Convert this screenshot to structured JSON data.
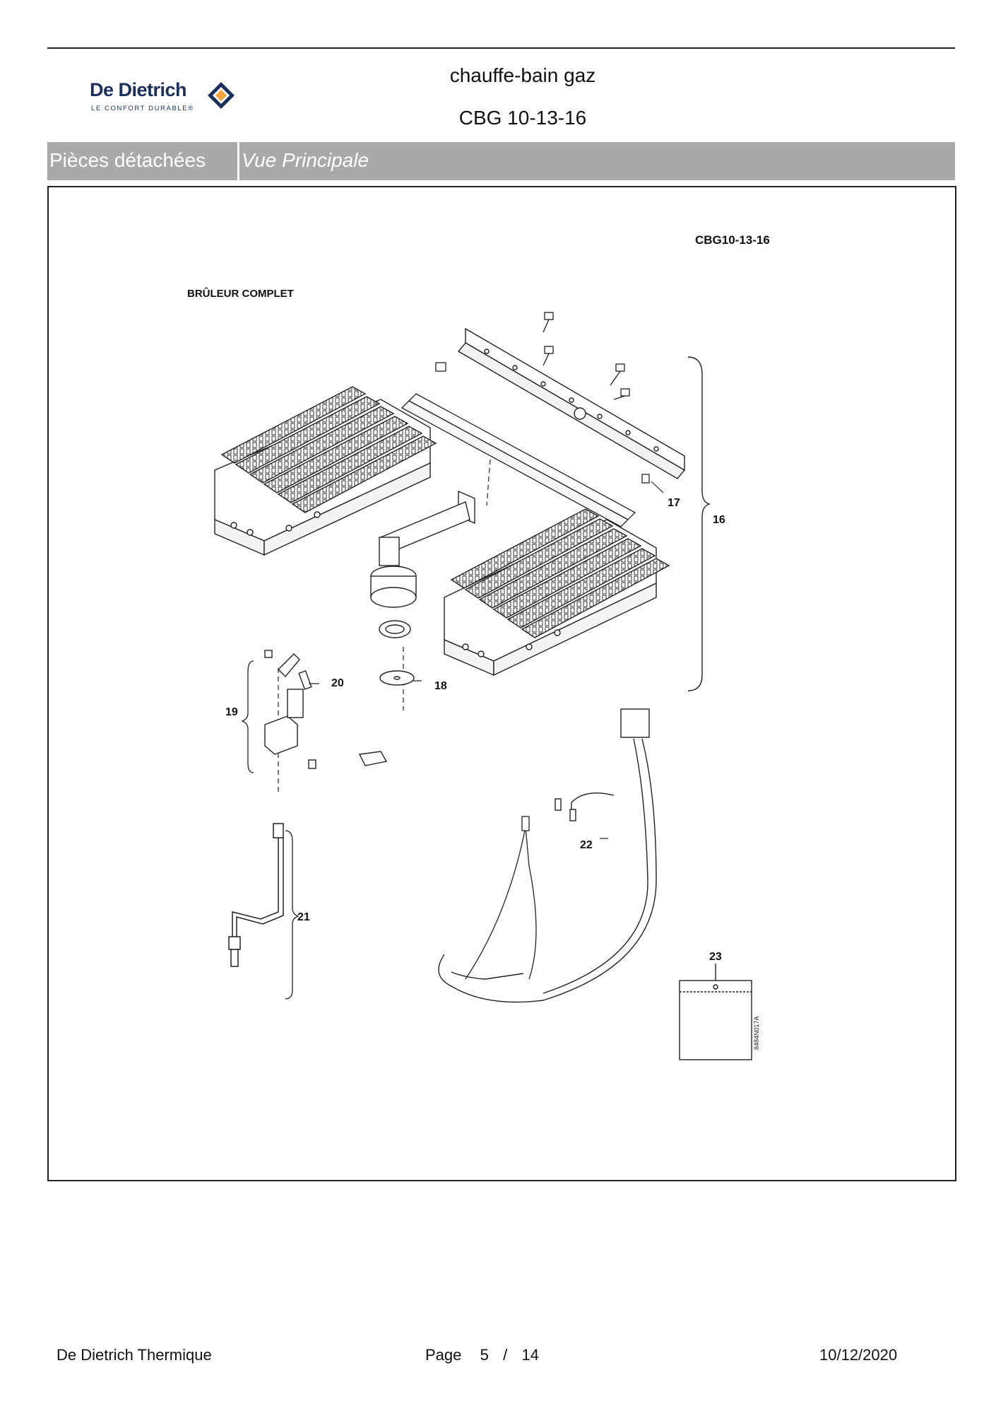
{
  "header": {
    "logo_brand": "De Dietrich",
    "logo_tagline": "LE CONFORT DURABLE®",
    "title_line1": "chauffe-bain gaz",
    "title_line2": "CBG 10-13-16"
  },
  "section": {
    "category": "Pièces détachées",
    "view": "Vue Principale"
  },
  "diagram": {
    "model_code": "CBG10-13-16",
    "assembly_title": "BRÛLEUR COMPLET",
    "part_numbers": [
      "16",
      "17",
      "18",
      "19",
      "20",
      "21",
      "22",
      "23"
    ],
    "reference_code": "8484N017A"
  },
  "footer": {
    "company": "De Dietrich Thermique",
    "page_label": "Page",
    "page_current": "5",
    "page_separator": "/",
    "page_total": "14",
    "date": "10/12/2020"
  }
}
